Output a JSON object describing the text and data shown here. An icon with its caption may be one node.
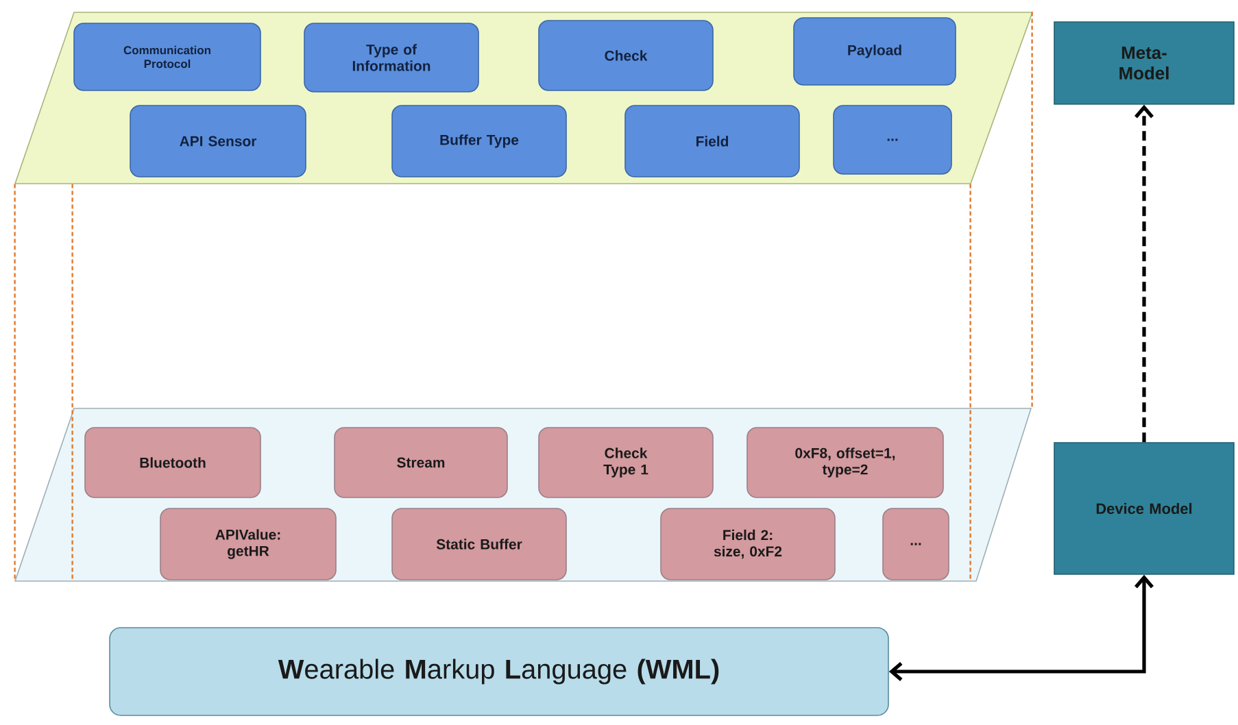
{
  "diagram": {
    "nodes": [
      {
        "text": [],
        "shape": "parallelogram"
      },
      {
        "text": [
          "Communication Protocol"
        ],
        "in": 0
      },
      {
        "text": [
          "Type of Information"
        ],
        "in": 0
      },
      {
        "text": [
          "Check"
        ],
        "in": 0
      },
      {
        "text": [
          "Payload"
        ],
        "in": 0
      },
      {
        "text": [
          "API Sensor"
        ],
        "in": 0
      },
      {
        "text": [
          "Buffer Type"
        ],
        "in": 0
      },
      {
        "text": [
          "Field"
        ],
        "in": 0
      },
      {
        "text": [
          "..."
        ],
        "in": 0
      },
      {
        "text": [
          "Meta-Model"
        ]
      },
      {
        "text": [],
        "shape": "parallelogram"
      },
      {
        "text": [
          "Bluetooth"
        ],
        "in": 10
      },
      {
        "text": [
          "Stream"
        ],
        "in": 10
      },
      {
        "text": [
          "Check Type 1"
        ],
        "in": 10
      },
      {
        "text": [
          "0xF8, offset=1, type=2"
        ],
        "in": 10
      },
      {
        "text": [
          "APIValue: getHR"
        ],
        "in": 10
      },
      {
        "text": [
          "Static Buffer"
        ],
        "in": 10
      },
      {
        "text": [
          "Field 2: size, 0xF2"
        ],
        "in": 10
      },
      {
        "text": [
          "..."
        ],
        "in": 10
      },
      {
        "text": [
          "Device Model"
        ]
      },
      {
        "text": [
          "**W**earable **M**arkup **L**anguage **(WML)**"
        ]
      }
    ],
    "edges": [
      {
        "from": 19,
        "to": 9,
        "arrow": "to",
        "style": "dashed",
        "color": "#000000"
      },
      {
        "from": 20,
        "to": 19,
        "arrow": "both",
        "color": "#000000"
      },
      {
        "from": 0,
        "to": 10,
        "arrow": "none",
        "style": "dashed",
        "color": "#e07a2e"
      },
      {
        "from": 0,
        "to": 10,
        "arrow": "none",
        "style": "dashed",
        "color": "#e07a2e"
      },
      {
        "from": 0,
        "to": 10,
        "arrow": "none",
        "style": "dashed",
        "color": "#e07a2e"
      },
      {
        "from": 0,
        "to": 10,
        "arrow": "none",
        "style": "dashed",
        "color": "#e07a2e"
      }
    ]
  }
}
